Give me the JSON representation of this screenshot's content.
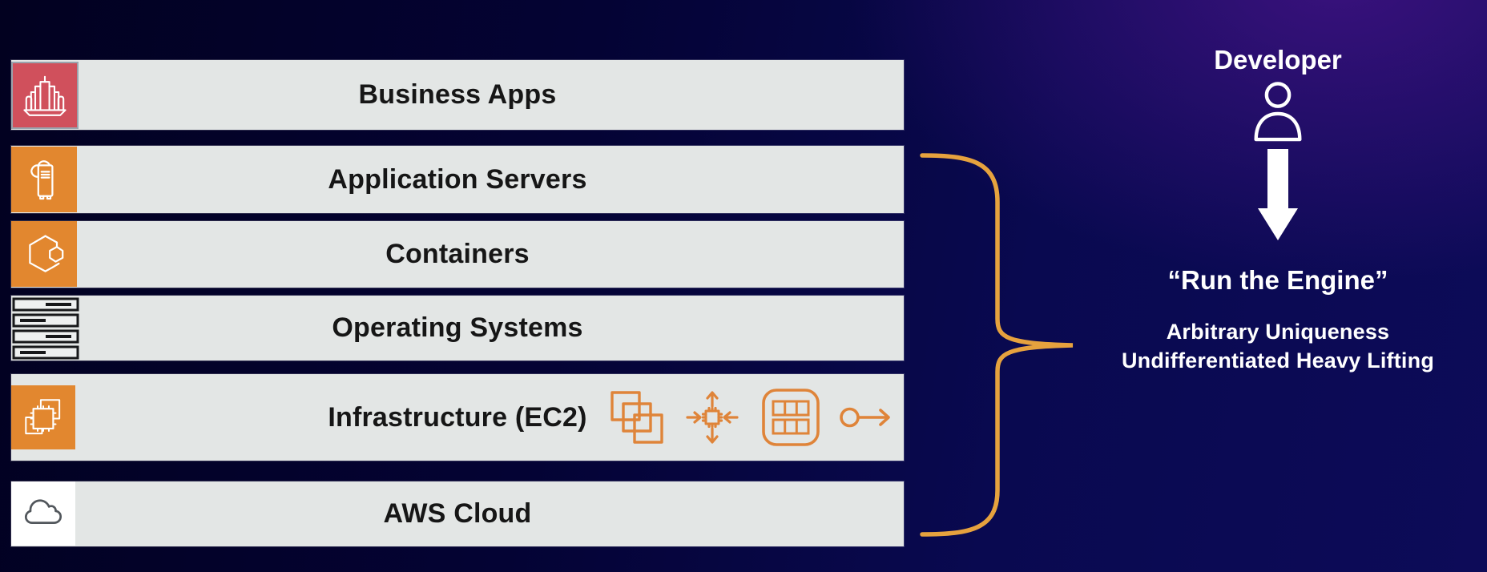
{
  "slide": {
    "stack": {
      "bar_color": "#E3E6E5",
      "label_color": "#161616",
      "layers": [
        {
          "label": "Business Apps",
          "icon": "business-apps-icon",
          "icon_bg": "#D0505C"
        },
        {
          "label": "Application Servers",
          "icon": "application-server-icon",
          "icon_bg": "#E2872F"
        },
        {
          "label": "Containers",
          "icon": "containers-icon",
          "icon_bg": "#E2872F"
        },
        {
          "label": "Operating Systems",
          "icon": "server-stack-icon",
          "icon_bg": "none"
        },
        {
          "label": "Infrastructure (EC2)",
          "icon": "ec2-chip-icon",
          "icon_bg": "#E2872F",
          "feature_icons": [
            "stacked-instances-icon",
            "elastic-compute-icon",
            "instance-grid-icon",
            "key-arrow-icon"
          ]
        },
        {
          "label": "AWS Cloud",
          "icon": "cloud-icon",
          "icon_bg": "#FFFFFF"
        }
      ]
    },
    "brace": {
      "color": "#E6A23E"
    },
    "developer_panel": {
      "title": "Developer",
      "quote": "“Run the Engine”",
      "subtitle_line1": "Arbitrary Uniqueness",
      "subtitle_line2": "Undifferentiated Heavy Lifting",
      "icons": [
        "person-icon",
        "down-arrow-icon"
      ]
    },
    "colors": {
      "background_left": "#020120",
      "background_right": "#0D0B58",
      "background_purple_glow": "#561696",
      "accent_orange": "#E2872F",
      "accent_red": "#D0505C",
      "brace_gold": "#E6A23E",
      "inline_icon_orange": "#DF8439",
      "bar_text": "#161616",
      "panel_text": "#FFFFFF"
    }
  }
}
